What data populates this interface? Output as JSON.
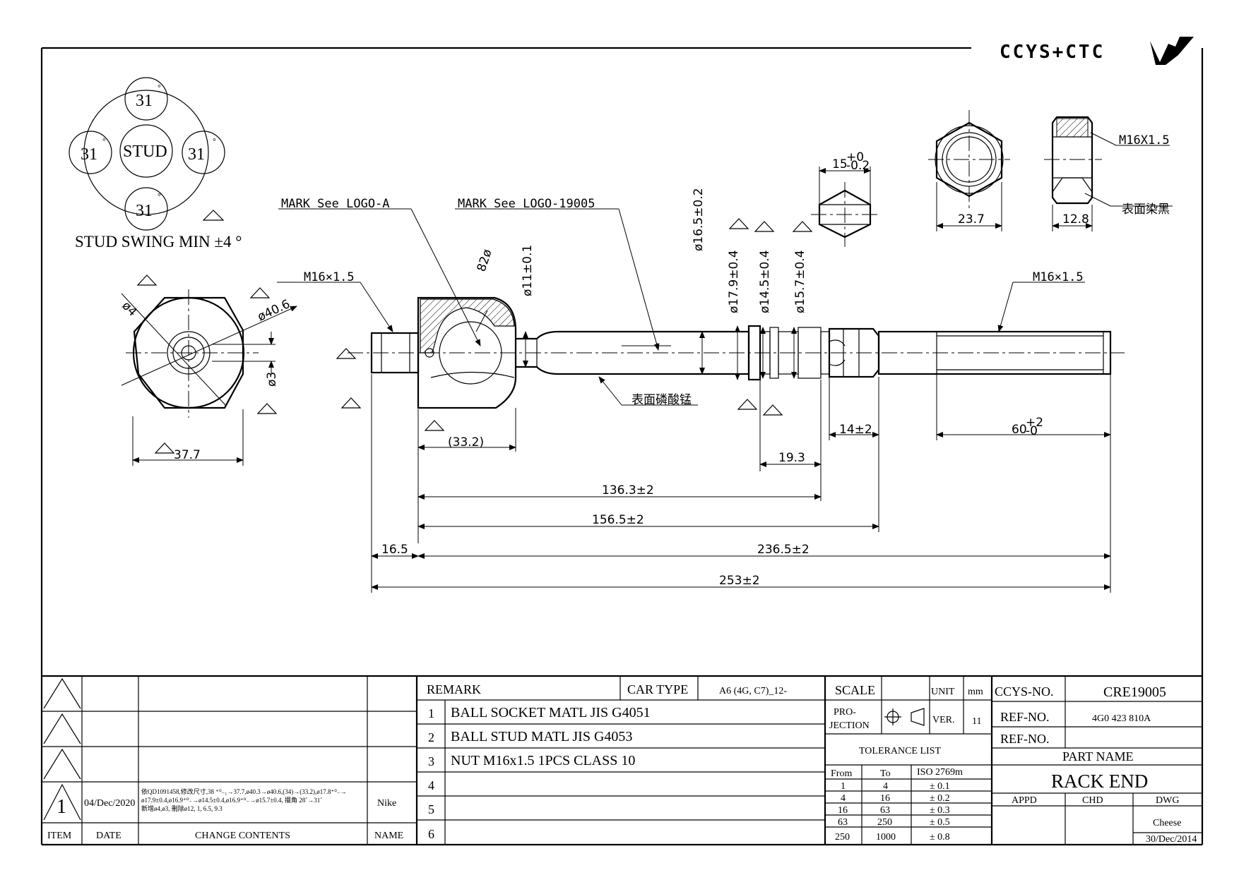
{
  "brand": {
    "logo_text": "CCYS+CTC"
  },
  "stud_swing": {
    "circles": [
      "31",
      "31",
      "31",
      "31"
    ],
    "degree": "°",
    "center": "STUD",
    "caption": "STUD SWING MIN ±4 °"
  },
  "marks": {
    "mark_a": "MARK See LOGO-A",
    "mark_b": "MARK See LOGO-19005",
    "surface_phos": "表面磷酸锰",
    "surface_black": "表面染黑"
  },
  "dimensions": {
    "thread_left": "M16×1.5",
    "thread_right": "M16×1.5",
    "nut_thread": "M16X1.5",
    "d82": "82ø",
    "d11": "ø11±0.1",
    "d16_5": "ø16.5±0.2",
    "d17_9": "ø17.9±0.4",
    "d14_5": "ø14.5±0.4",
    "d15_7": "ø15.7±0.4",
    "d4": "ø4",
    "d40_6": "ø40.6",
    "d3": "ø3",
    "w37_7": "37.7",
    "nut_flat": "23.7",
    "nut_h": "12.8",
    "angle_15": "15",
    "angle_15_tol_up": "+0",
    "angle_15_tol_dn": "-0.2",
    "l33_2": "(33.2)",
    "l19_3": "19.3",
    "l14": "14±2",
    "l60": "60",
    "l60_tol_up": "+2",
    "l60_tol_dn": "-0",
    "l136_3": "136.3±2",
    "l156_5": "156.5±2",
    "l16_5": "16.5",
    "l236_5": "236.5±2",
    "l253": "253±2"
  },
  "change_table": {
    "rev_num": "1",
    "rev_date": "04/Dec/2020",
    "rev_content_lines": [
      "依QD1091458,修改尺寸,38 ⁺⁰₋₁→37.7,ø40.3→ø40.6,(34)→(33.2),ø17.8⁺⁰₋→",
      "ø17.9±0.4,ø16.9⁺⁰₋→ø14.5±0.4,ø16.9⁺⁰₋→ø15.7±0.4, 擺角 28˚→31˚",
      "新增ø4,ø3, 刪除ø12, 1, 6.5, 9.3"
    ],
    "rev_name": "Nike",
    "headers": {
      "item": "ITEM",
      "date": "DATE",
      "contents": "CHANGE CONTENTS",
      "name": "NAME"
    }
  },
  "remark_table": {
    "remark": "REMARK",
    "car_type_label": "CAR TYPE",
    "car_type": "A6 (4G, C7)_12-",
    "rows": [
      {
        "num": "1",
        "text": "BALL SOCKET MATL JIS G4051"
      },
      {
        "num": "2",
        "text": "BALL STUD MATL JIS G4053"
      },
      {
        "num": "3",
        "text": "NUT M16x1.5 1PCS CLASS 10"
      },
      {
        "num": "4",
        "text": ""
      },
      {
        "num": "5",
        "text": ""
      },
      {
        "num": "6",
        "text": ""
      }
    ]
  },
  "spec_table": {
    "scale": "SCALE",
    "unit": "UNIT",
    "unit_val": "mm",
    "projection": [
      "PRO-",
      "JECTION"
    ],
    "ver": "VER.",
    "ver_val": "11",
    "tolerance_list": "TOLERANCE LIST",
    "tol_headers": [
      "From",
      "To",
      "ISO 2769m"
    ],
    "tol_rows": [
      [
        "1",
        "4",
        "± 0.1"
      ],
      [
        "4",
        "16",
        "± 0.2"
      ],
      [
        "16",
        "63",
        "± 0.3"
      ],
      [
        "63",
        "250",
        "± 0.5"
      ],
      [
        "250",
        "1000",
        "± 0.8"
      ]
    ]
  },
  "title_block": {
    "ccys_no_label": "CCYS-NO.",
    "ccys_no": "CRE19005",
    "ref_no_label": "REF-NO.",
    "ref_no": "4G0 423 810A",
    "ref_no2_label": "REF-NO.",
    "part_name_label": "PART NAME",
    "part_name": "RACK END",
    "appd": "APPD",
    "chd": "CHD",
    "dwg": "DWG",
    "drawer": "Cheese",
    "dwg_date": "30/Dec/2014"
  }
}
